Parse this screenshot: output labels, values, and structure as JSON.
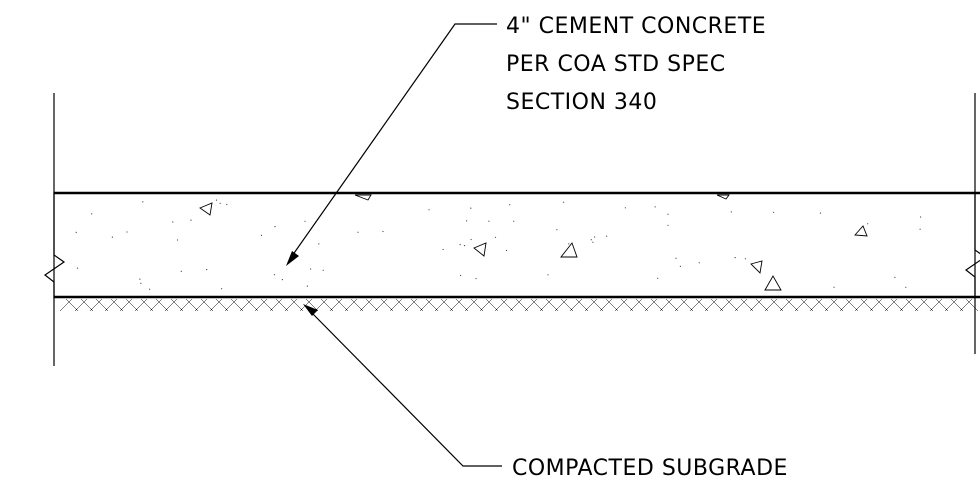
{
  "callouts": {
    "concrete": {
      "line1": "4\"  CEMENT CONCRETE",
      "line2": "PER COA STD SPEC",
      "line3": "SECTION 340"
    },
    "subgrade": {
      "line1": "COMPACTED SUBGRADE"
    }
  }
}
